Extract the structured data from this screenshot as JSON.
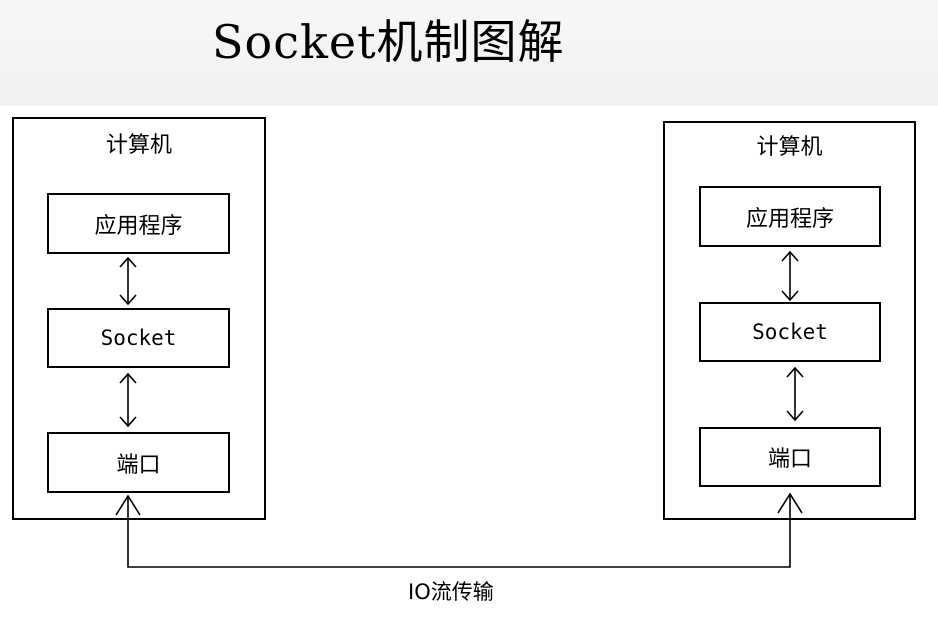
{
  "title": "Socket机制图解",
  "left_computer": {
    "label": "计算机",
    "app": "应用程序",
    "socket": "Socket",
    "port": "端口"
  },
  "right_computer": {
    "label": "计算机",
    "app": "应用程序",
    "socket": "Socket",
    "port": "端口"
  },
  "io_label": "IO流传输"
}
